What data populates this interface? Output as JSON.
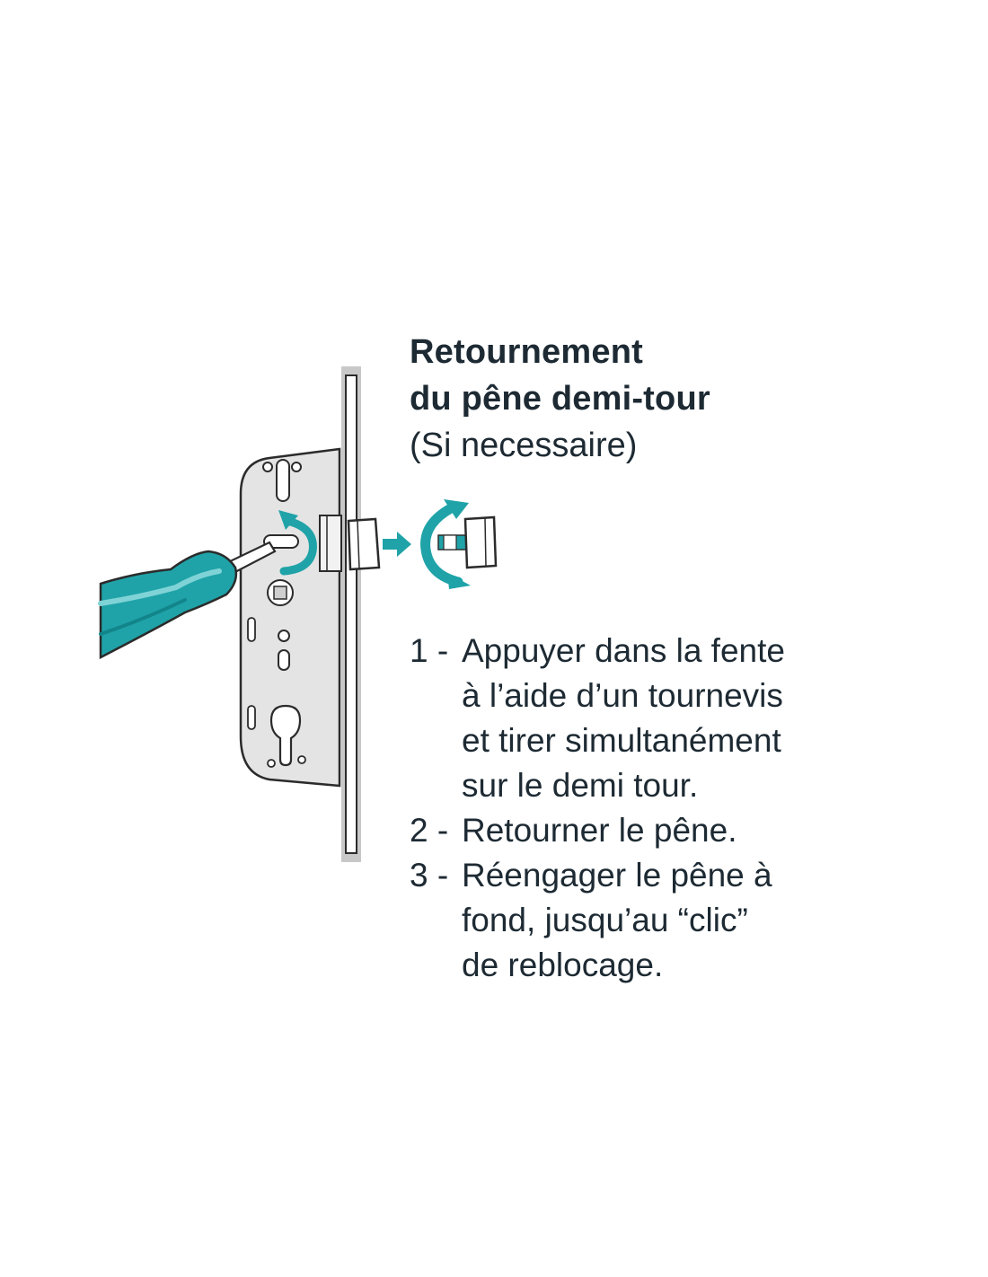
{
  "title": {
    "line1": "Retournement",
    "line2": "du pêne demi-tour",
    "subtitle": "(Si necessaire)"
  },
  "steps": [
    {
      "number": "1 -",
      "lines": [
        "Appuyer dans la fente",
        "à l’aide d’un tournevis",
        "et tirer simultanément",
        "sur le demi tour."
      ]
    },
    {
      "number": "2 -",
      "lines": [
        "Retourner le pêne."
      ]
    },
    {
      "number": "3 -",
      "lines": [
        "Réengager le pêne à",
        "fond, jusqu’au “clic”",
        "de reblocage."
      ]
    }
  ],
  "colors": {
    "teal": "#1fa3a8",
    "text": "#1d2a33",
    "lock_plate": "#e6e6e6",
    "door_edge": "#c8c8c8",
    "outline": "#2b2b2b"
  },
  "icons": {
    "screwdriver": "screwdriver-icon",
    "rotate_arrow": "rotate-arrow-icon",
    "move_arrow": "arrow-right-icon"
  }
}
